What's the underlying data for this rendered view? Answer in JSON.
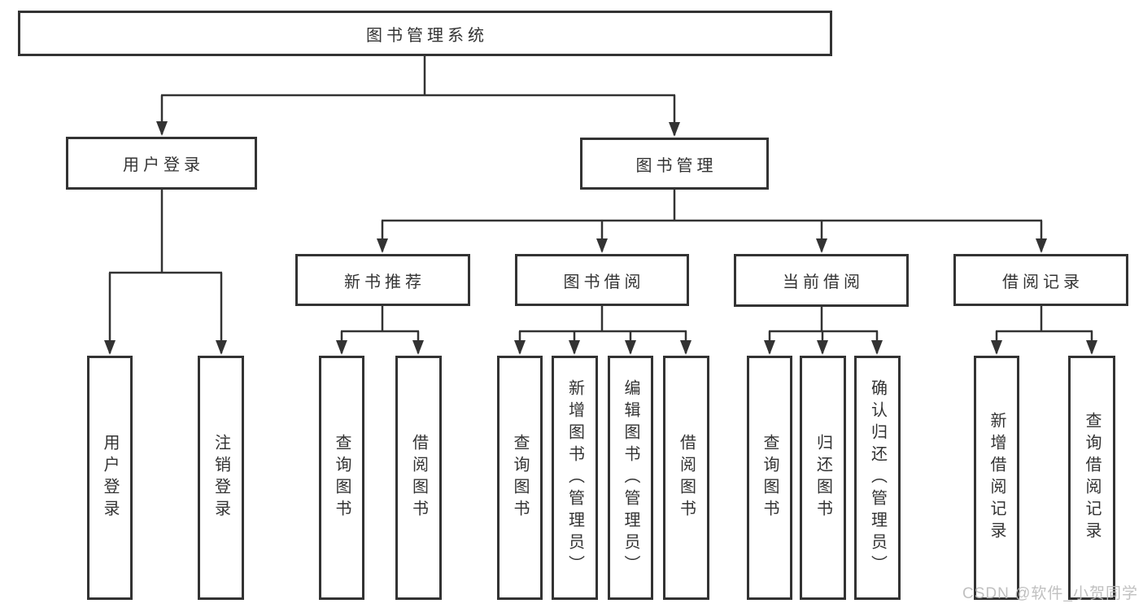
{
  "title": "图书管理系统",
  "tree": {
    "label": "图书管理系统",
    "children": [
      {
        "label": "用户登录",
        "children": [
          {
            "label": "用户登录"
          },
          {
            "label": "注销登录"
          }
        ]
      },
      {
        "label": "图书管理",
        "children": [
          {
            "label": "新书推荐",
            "children": [
              {
                "label": "查询图书"
              },
              {
                "label": "借阅图书"
              }
            ]
          },
          {
            "label": "图书借阅",
            "children": [
              {
                "label": "查询图书"
              },
              {
                "label": "新增图书（管理员）"
              },
              {
                "label": "编辑图书（管理员）"
              },
              {
                "label": "借阅图书"
              }
            ]
          },
          {
            "label": "当前借阅",
            "children": [
              {
                "label": "查询图书"
              },
              {
                "label": "归还图书"
              },
              {
                "label": "确认归还（管理员）"
              }
            ]
          },
          {
            "label": "借阅记录",
            "children": [
              {
                "label": "新增借阅记录"
              },
              {
                "label": "查询借阅记录"
              }
            ]
          }
        ]
      }
    ]
  },
  "watermark": "CSDN @软件_小贺同学",
  "colors": {
    "line": "#333333",
    "text": "#333333",
    "box_background": "#ffffff",
    "watermark": "#bbbbbb",
    "background": "#ffffff"
  }
}
